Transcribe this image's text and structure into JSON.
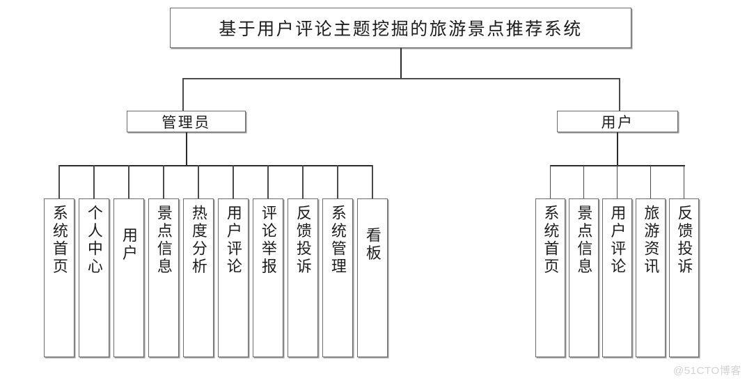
{
  "diagram": {
    "type": "organization-chart",
    "title_node": {
      "label": "基于用户评论主题挖掘的旅游景点推荐系统"
    },
    "roles": [
      {
        "label": "管理员"
      },
      {
        "label": "用户"
      }
    ],
    "admin_modules": [
      {
        "label": "系统首页"
      },
      {
        "label": "个人中心"
      },
      {
        "label": "用户"
      },
      {
        "label": "景点信息"
      },
      {
        "label": "热度分析"
      },
      {
        "label": "用户评论"
      },
      {
        "label": "评论举报"
      },
      {
        "label": "反馈投诉"
      },
      {
        "label": "系统管理"
      },
      {
        "label": "看板"
      }
    ],
    "user_modules": [
      {
        "label": "系统首页"
      },
      {
        "label": "景点信息"
      },
      {
        "label": "用户评论"
      },
      {
        "label": "旅游资讯"
      },
      {
        "label": "反馈投诉"
      }
    ]
  },
  "watermark": {
    "text": "@51CTO博客",
    "color": "#d2d2d2"
  },
  "style": {
    "box_border": "#6b6b6b",
    "line_color": "#2b2b2b",
    "text_color": "#1c1c1c",
    "background": "#ffffff"
  }
}
